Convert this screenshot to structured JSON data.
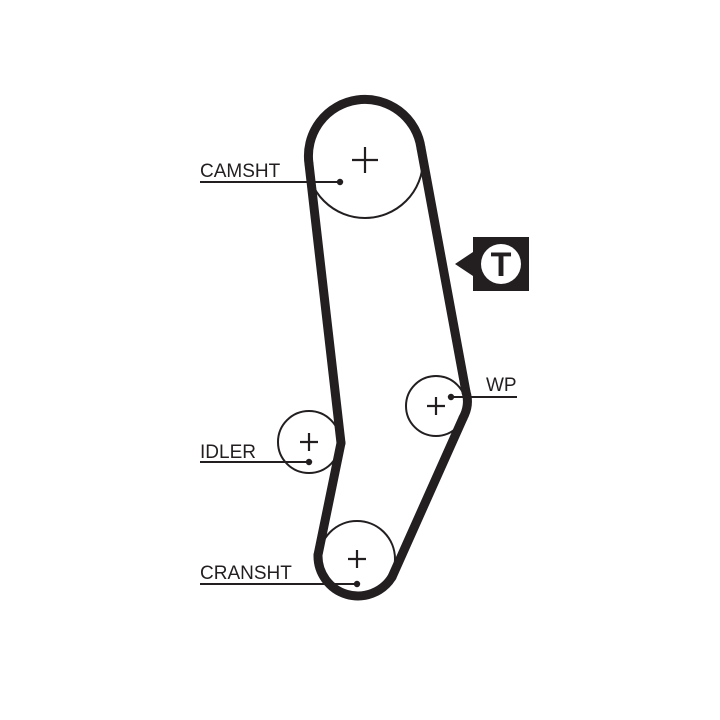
{
  "labels": {
    "camshaft": "CAMSHT",
    "water_pump": "WP",
    "idler": "IDLER",
    "crankshaft": "CRANSHT",
    "tensioner": "T"
  },
  "colors": {
    "ink": "#231f20",
    "background": "#ffffff"
  }
}
